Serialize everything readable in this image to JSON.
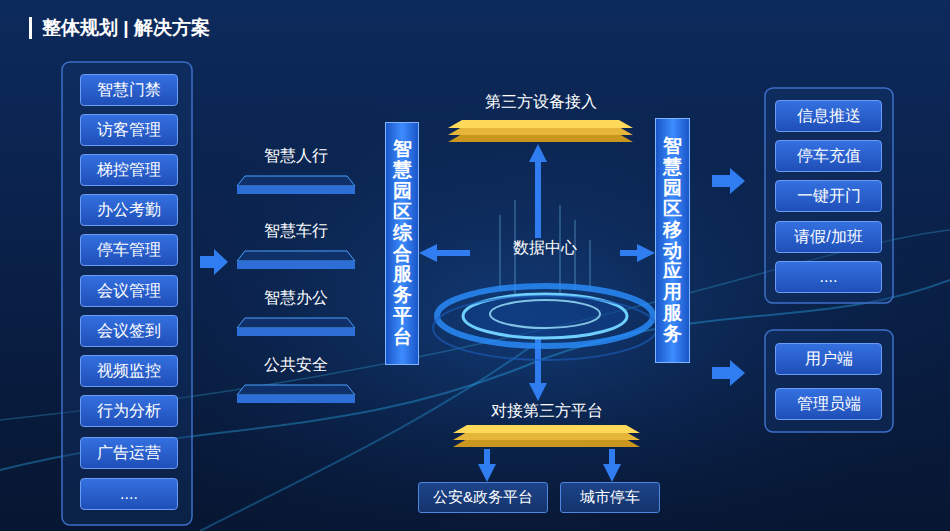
{
  "diagram": {
    "title": "整体规划 | 解决方案",
    "nodes": [
      {
        "text": [
          "智慧门禁"
        ]
      },
      {
        "text": [
          "访客管理"
        ]
      },
      {
        "text": [
          "梯控管理"
        ]
      },
      {
        "text": [
          "办公考勤"
        ]
      },
      {
        "text": [
          "停车管理"
        ]
      },
      {
        "text": [
          "会议管理"
        ]
      },
      {
        "text": [
          "会议签到"
        ]
      },
      {
        "text": [
          "视频监控"
        ]
      },
      {
        "text": [
          "行为分析"
        ]
      },
      {
        "text": [
          "广告运营"
        ]
      },
      {
        "text": [
          "...."
        ]
      },
      {
        "text": [
          "智慧人行"
        ]
      },
      {
        "text": [
          "智慧车行"
        ]
      },
      {
        "text": [
          "智慧办公"
        ]
      },
      {
        "text": [
          "公共安全"
        ]
      },
      {
        "text": [
          "智慧园区综合服务平台"
        ]
      },
      {
        "text": [
          "第三方设备接入"
        ]
      },
      {
        "text": [
          "数据中心"
        ]
      },
      {
        "text": [
          "对接第三方平台"
        ]
      },
      {
        "text": [
          "公安&政务平台"
        ]
      },
      {
        "text": [
          "城市停车"
        ]
      },
      {
        "text": [
          "智慧园区移动应用服务"
        ]
      },
      {
        "text": [
          "信息推送"
        ]
      },
      {
        "text": [
          "停车充值"
        ]
      },
      {
        "text": [
          "一键开门"
        ]
      },
      {
        "text": [
          "请假/加班"
        ]
      },
      {
        "text": [
          "...."
        ]
      },
      {
        "text": [
          "用户端"
        ]
      },
      {
        "text": [
          "管理员端"
        ]
      }
    ],
    "edges": [
      {
        "from": 17,
        "to": 15,
        "arrow": "to"
      },
      {
        "from": 17,
        "to": 21,
        "arrow": "to"
      },
      {
        "from": 17,
        "to": 16,
        "arrow": "to"
      },
      {
        "from": 17,
        "to": 18,
        "arrow": "to"
      },
      {
        "from": 18,
        "to": 19,
        "arrow": "to"
      },
      {
        "from": 18,
        "to": 20,
        "arrow": "to"
      }
    ]
  }
}
